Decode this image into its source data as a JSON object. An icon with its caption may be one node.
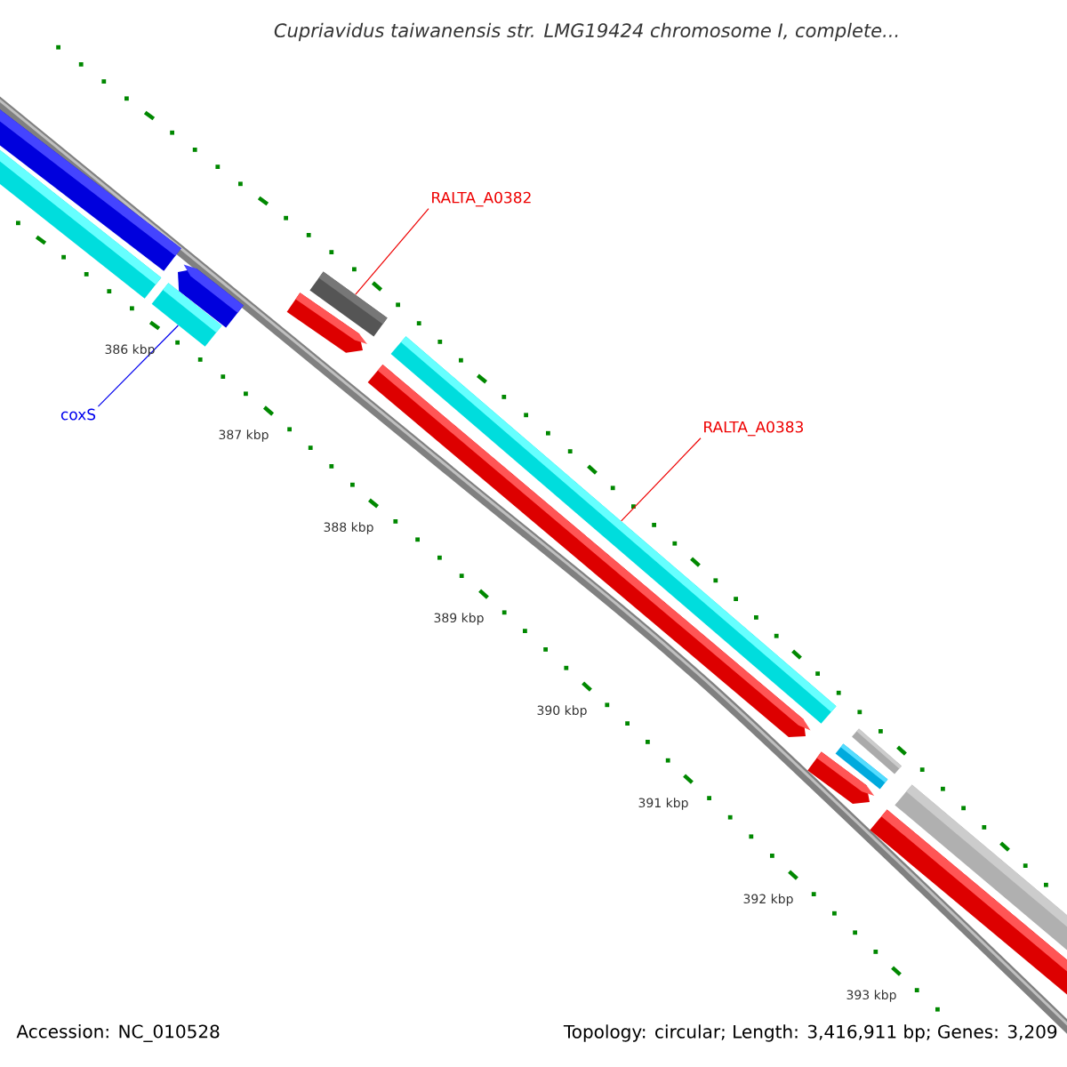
{
  "diagram": {
    "title": "Cupriavidus taiwanensis str. LMG19424 chromosome I, complete...",
    "nodes": [
      {
        "text": [
          "RALTA_A0382"
        ]
      },
      {
        "text": [],
        "shape": "bar"
      },
      {
        "text": [
          "RALTA_A0383"
        ]
      },
      {
        "text": [],
        "shape": "bar"
      },
      {
        "text": [
          "coxS"
        ]
      },
      {
        "text": [],
        "shape": "bar"
      }
    ],
    "edges": [
      {
        "from": 0,
        "to": 1,
        "arrow": "none"
      },
      {
        "from": 2,
        "to": 3,
        "arrow": "none"
      },
      {
        "from": 4,
        "to": 5,
        "arrow": "none",
        "color": "#0000ee"
      }
    ],
    "labels": [
      "386 kbp",
      "387 kbp",
      "388 kbp",
      "389 kbp",
      "390 kbp",
      "391 kbp",
      "392 kbp",
      "393 kbp",
      "Accession: NC_010528",
      "Topology: circular; Length: 3,416,911 bp; Genes: 3,209"
    ]
  }
}
